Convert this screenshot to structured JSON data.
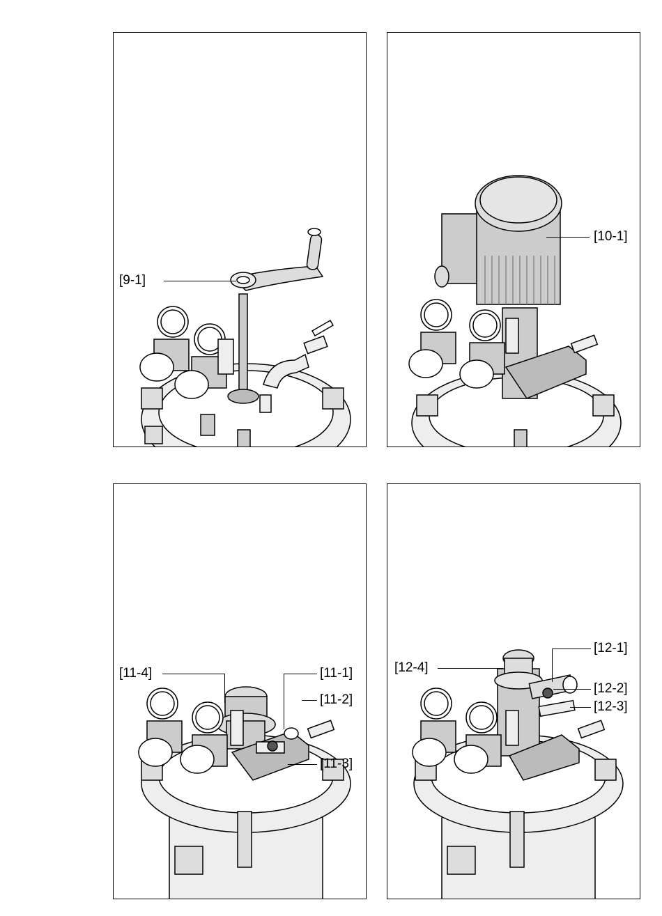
{
  "figures": [
    {
      "id": "fig9",
      "callouts": [
        "[9-1]"
      ]
    },
    {
      "id": "fig10",
      "callouts": [
        "[10-1]"
      ]
    },
    {
      "id": "fig11",
      "callouts": [
        "[11-4]",
        "[11-1]",
        "[11-2]",
        "[11-3]"
      ]
    },
    {
      "id": "fig12",
      "callouts": [
        "[12-1]",
        "[12-4]",
        "[12-2]",
        "[12-3]"
      ]
    }
  ]
}
